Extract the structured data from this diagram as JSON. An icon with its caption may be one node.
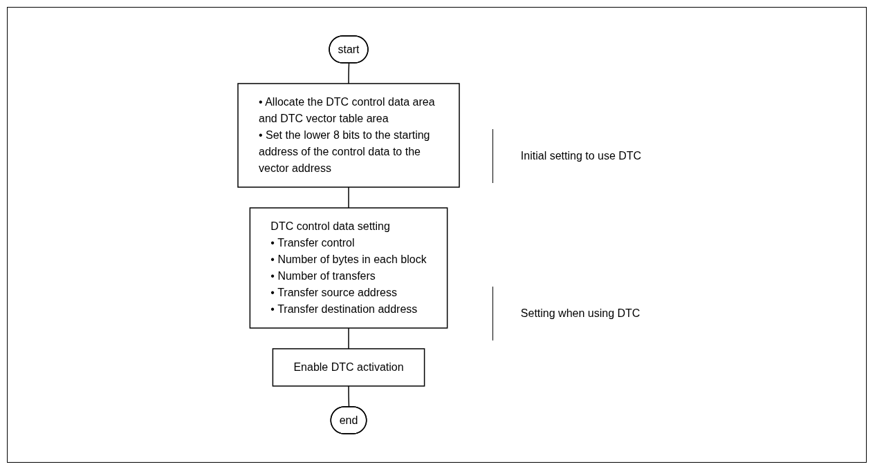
{
  "diagram": {
    "nodes": [
      {
        "text": [
          "start"
        ]
      },
      {
        "text": [
          "• Allocate the DTC control data area and DTC vector table area",
          "• Set the lower 8 bits to the starting address of the control data to the vector address"
        ]
      },
      {
        "text": [
          "DTC control data setting",
          "• Transfer control",
          "• Number of bytes in each block",
          "• Number of transfers",
          "• Transfer source address",
          "• Transfer destination address"
        ]
      },
      {
        "text": [
          "Enable DTC activation"
        ]
      },
      {
        "text": [
          "end"
        ]
      }
    ],
    "edges": [
      {
        "from": 0,
        "to": 1,
        "arrow": "none"
      },
      {
        "from": 1,
        "to": 2,
        "arrow": "none"
      },
      {
        "from": 2,
        "to": 3,
        "arrow": "none"
      },
      {
        "from": 3,
        "to": 4,
        "arrow": "none"
      }
    ],
    "labels": [
      "Initial setting to use DTC",
      "Setting when using DTC"
    ]
  }
}
